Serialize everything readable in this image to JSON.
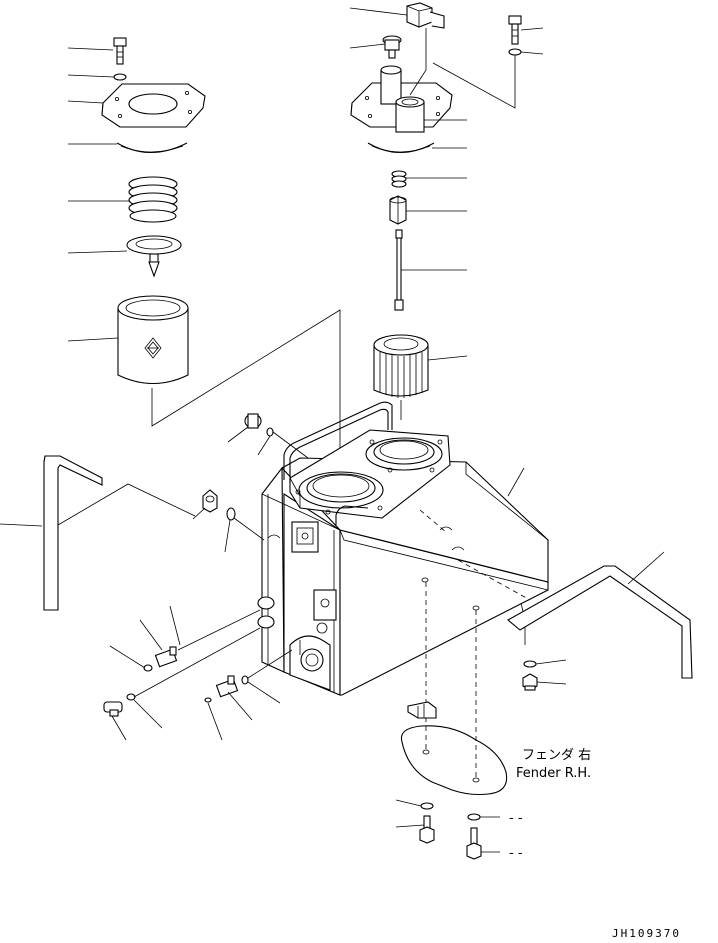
{
  "annotations": {
    "fender_jp": "フェンダ 右",
    "fender_en": "Fender R.H.",
    "dash_a": "- -",
    "dash_b": "- -"
  },
  "drawing_code": "JH109370"
}
